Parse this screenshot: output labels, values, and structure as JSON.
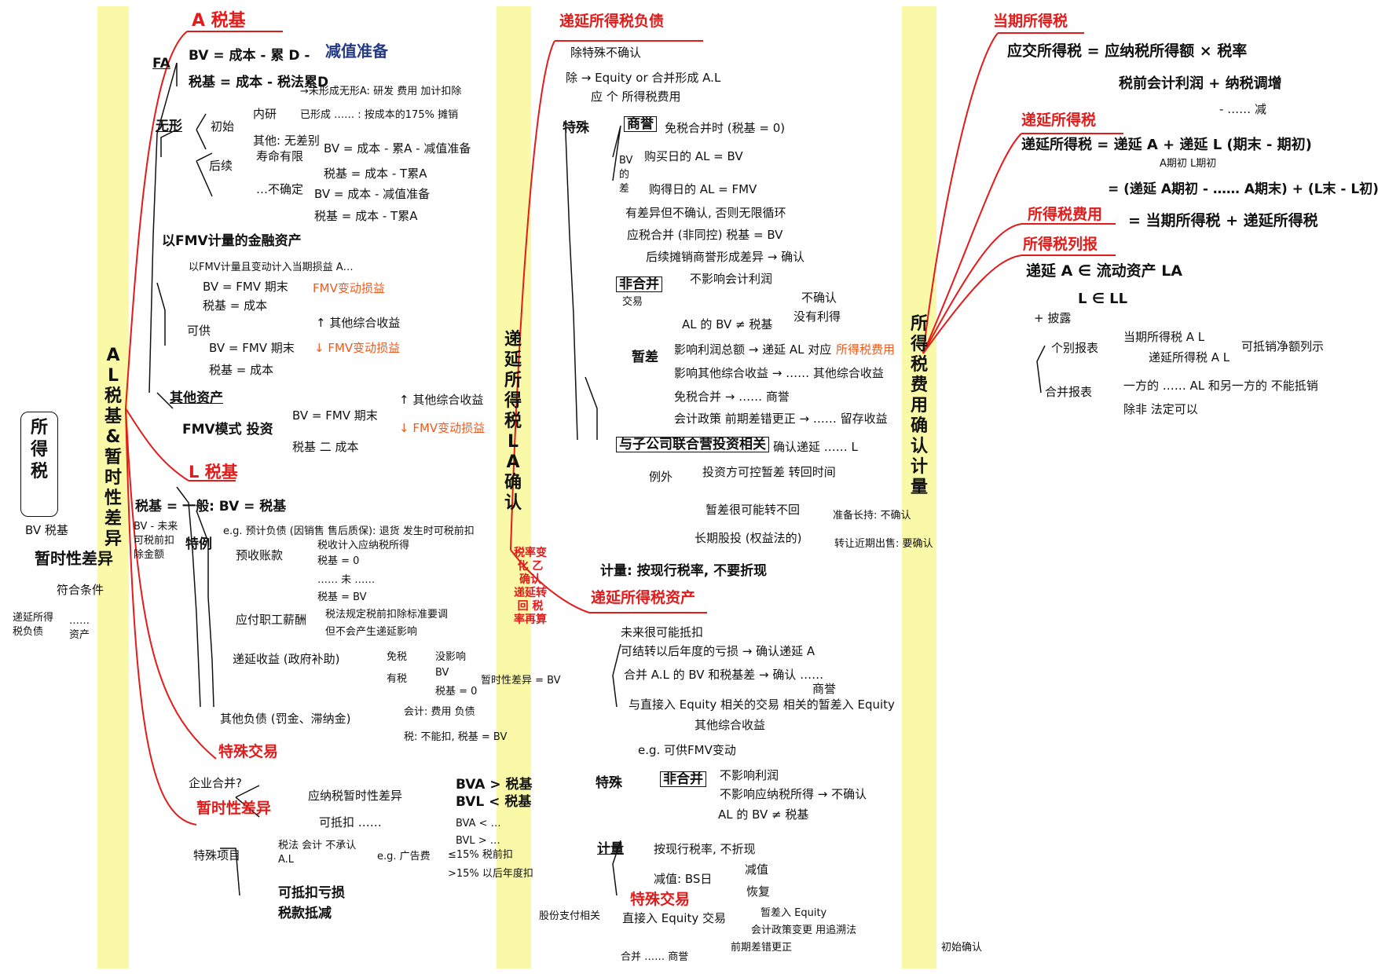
{
  "colors": {
    "highlight": "#f7f78a",
    "red": "#e21b1b",
    "orange": "#ef5a1c",
    "navy": "#243a86",
    "ink": "#111111"
  },
  "root": {
    "title": "所得税",
    "bv_base": "BV   税基",
    "temp_diff": "暂时性差异",
    "meets": "符合条件",
    "dta_left": "递延所得\n税负债",
    "dots": "……\n资产"
  },
  "branch_al": "A L 税基 & 暂时性差异",
  "branch_recognize": "递延所得税 L A 确认",
  "branch_recognize_sub": "税率变化 乙确认 递延转回 税率再算",
  "branch_expense": "所得税费用确认计量",
  "col1": {
    "a_tax_base": "A 税基",
    "fa": "FA",
    "fa_bv": "BV = 成本 - 累 D -",
    "fa_bv_imp": "减值准备",
    "fa_tax": "税基 = 成本 - 税法累D",
    "intangible": "无形",
    "initial": "初始",
    "internal": "内研",
    "internal_note": "→未形成无形A: 研发 费用 加计扣除",
    "formed": "已形成 …… : 按成本的175% 摊销",
    "other": "其他: 无差别",
    "subsequent": "后续",
    "finite": "寿命有限",
    "finite_bv": "BV = 成本 - 累A - 减值准备",
    "finite_tax": "税基 = 成本 - T累A",
    "indefinite": "…不确定",
    "indef_bv": "BV = 成本 - 减值准备",
    "indef_tax": "税基 = 成本 - T累A",
    "fvpl": "以FMV计量的金融资产",
    "fvpl_sub": "以FMV计量且变动计入当期损益 A…",
    "fvpl_bv": "BV = FMV 期末",
    "fvpl_tax": "税基 = 成本",
    "fvpl_change": "FMV变动损益",
    "fvoci": "可供",
    "fvoci_bv": "BV = FMV 期末",
    "fvoci_tax": "税基 = 成本",
    "fvoci_oci": "↑ 其他综合收益",
    "fvoci_change": "↓ FMV变动损益",
    "other_assets": "其他资产",
    "invest_prop": "FMV模式 投资",
    "ip_bv": "BV = FMV 期末",
    "ip_tax": "税基 二 成本",
    "ip_oci": "↑ 其他综合收益",
    "ip_change": "↓ FMV变动损益",
    "l_tax_base": "L 税基",
    "l_eq": "税基 = 一般: BV = 税基",
    "l_eq_note": "BV - 未来可税前扣除金额",
    "special": "特例",
    "warranty": "e.g. 预计负债 (因销售 售后质保): 退货 发生时可税前扣",
    "advance": "预收账款",
    "adv1": "税收计入应纳税所得",
    "adv2": "税基 = 0",
    "adv3": "…… 未 ……",
    "adv4": "税基 = BV",
    "payroll": "应付职工薪酬",
    "payroll_note": "税法规定税前扣除标准要调",
    "payroll_note2": "但不会产生递延影响",
    "deferred_income": "递延收益 (政府补助)",
    "di_exempt": "免税",
    "di_taxable": "有税",
    "di_bv": "BV",
    "di_zero": "税基 = 0",
    "di_diff": "暂时性差异 = BV",
    "di_no_impact": "没影响",
    "other_liab": "其他负债 (罚金、滞纳金)",
    "ol_acct": "会计: 费用 负债",
    "ol_tax": "税: 不能扣, 税基 = BV",
    "special_items": "特殊交易",
    "combination": "企业合并?",
    "temp_title": "暂时性差异",
    "taxable_td": "应纳税暂时性差异",
    "bva_gt": "BVA > 税基",
    "bvl_lt": "BVL < 税基",
    "deductible": "可抵扣 ……",
    "bva_lt": "BVA < …",
    "bvl_gt": "BVL > …",
    "special_proj": "特殊项目",
    "no_al": "税法 会计 不承认 A.L",
    "ad_eg": "e.g. 广告费",
    "le15": "≤15% 税前扣",
    "gt15": ">15% 以后年度扣",
    "loss_cf": "可抵扣亏损",
    "credit_cf": "税款抵减"
  },
  "col2": {
    "dtl_title": "递延所得税负债",
    "except": "除特殊不确认",
    "exclude": "除 → Equity or 合并形成 A.L",
    "income_tax": "应 个 所得税费用",
    "special": "特殊",
    "goodwill": "商誉",
    "goodwill_note": "免税合并时 (税基 = 0)",
    "bv_diff": "BV 的 差",
    "purchased_al": "购买日的 AL = BV",
    "purchased_al2": "购得日的 AL = FMV",
    "differ": "有差异但不确认, 否则无限循环",
    "taxable_comb": "应税合并 (非同控) 税基 = BV",
    "subsequent": "后续摊销商誉形成差异 → 确认",
    "non_comb": "非合并",
    "trade": "交易",
    "no_profit": "不影响会计利润",
    "not_recog": "不确认",
    "no_tax": "没有利得",
    "al_neq": "AL 的 BV ≠ 税基",
    "temp": "暂差",
    "affect_profit": "影响利润总额 → 递延 AL 对应",
    "dt_expense": "所得税费用",
    "affect_oci": "影响其他综合收益 → …… 其他综合收益",
    "exempt_comb": "免税合并 → …… 商誉",
    "policy": "会计政策 前期差错更正 → …… 留存收益",
    "invest_sub": "与子公司联合营投资相关",
    "invest_note": "确认递延 …… L",
    "exception": "例外",
    "exc1": "投资方可控暂差 转回时间",
    "exc2": "暂差很可能转不回",
    "lti": "长期股投 (权益法的)",
    "lti_a": "准备长持: 不确认",
    "lti_b": "转让近期出售: 要确认",
    "measure": "计量: 按现行税率, 不要折现",
    "dta_title": "递延所得税资产",
    "dta1": "未来很可能抵扣",
    "dta2": "可结转以后年度的亏损 → 确认递延 A",
    "dta3": "合并 A.L 的 BV 和税基差 → 确认 ……",
    "dta3b": "商誉",
    "dta4": "与直接入 Equity 相关的交易 相关的暂差入 Equity",
    "dta4b": "其他综合收益",
    "dta5": "e.g. 可供FMV变动",
    "special2": "特殊",
    "non_comb2": "非合并",
    "nc1": "不影响利润",
    "nc2": "不影响应纳税所得 → 不确认",
    "nc3": "AL 的 BV ≠ 税基",
    "measure2": "计量",
    "m1": "按现行税率, 不折现",
    "m2": "减值: BS日",
    "m2a": "减值",
    "m2b": "恢复",
    "special_trade": "特殊交易",
    "share_pay": "股份支付相关",
    "direct_eq": "直接入 Equity 交易",
    "de1": "暂差入 Equity",
    "de2": "会计政策变更 用追溯法",
    "de3": "前期差错更正",
    "de4": "初始确认",
    "de5": "合并 …… 商誉"
  },
  "col3": {
    "current_title": "当期所得税",
    "current_eq": "应交所得税 = 应纳税所得额 × 税率",
    "current_eq2": "税前会计利润 + 纳税调增",
    "current_eq3": "- …… 减",
    "deferred_title": "递延所得税",
    "deferred_eq": "递延所得税 = 递延 A + 递延 L (期末 - 期初)",
    "deferred_sub": "A期初 L期初",
    "deferred_eq2": "= (递延 A期初 - …… A期末) + (L末 - L初)",
    "expense_title": "所得税费用",
    "expense_eq": "= 当期所得税 + 递延所得税",
    "report_title": "所得税列报",
    "report_eq": "递延 A ∈ 流动资产 LA",
    "report_l": "L  ∈  LL",
    "disclose": "+ 披露",
    "individual": "个别报表",
    "ind_note": "当期所得税 A L",
    "ind_note2": "递延所得税 A L",
    "ind_offset": "可抵销净额列示",
    "consol": "合并报表",
    "consol_note": "一方的 …… AL 和另一方的 不能抵销",
    "consol_note2": "除非 法定可以"
  }
}
